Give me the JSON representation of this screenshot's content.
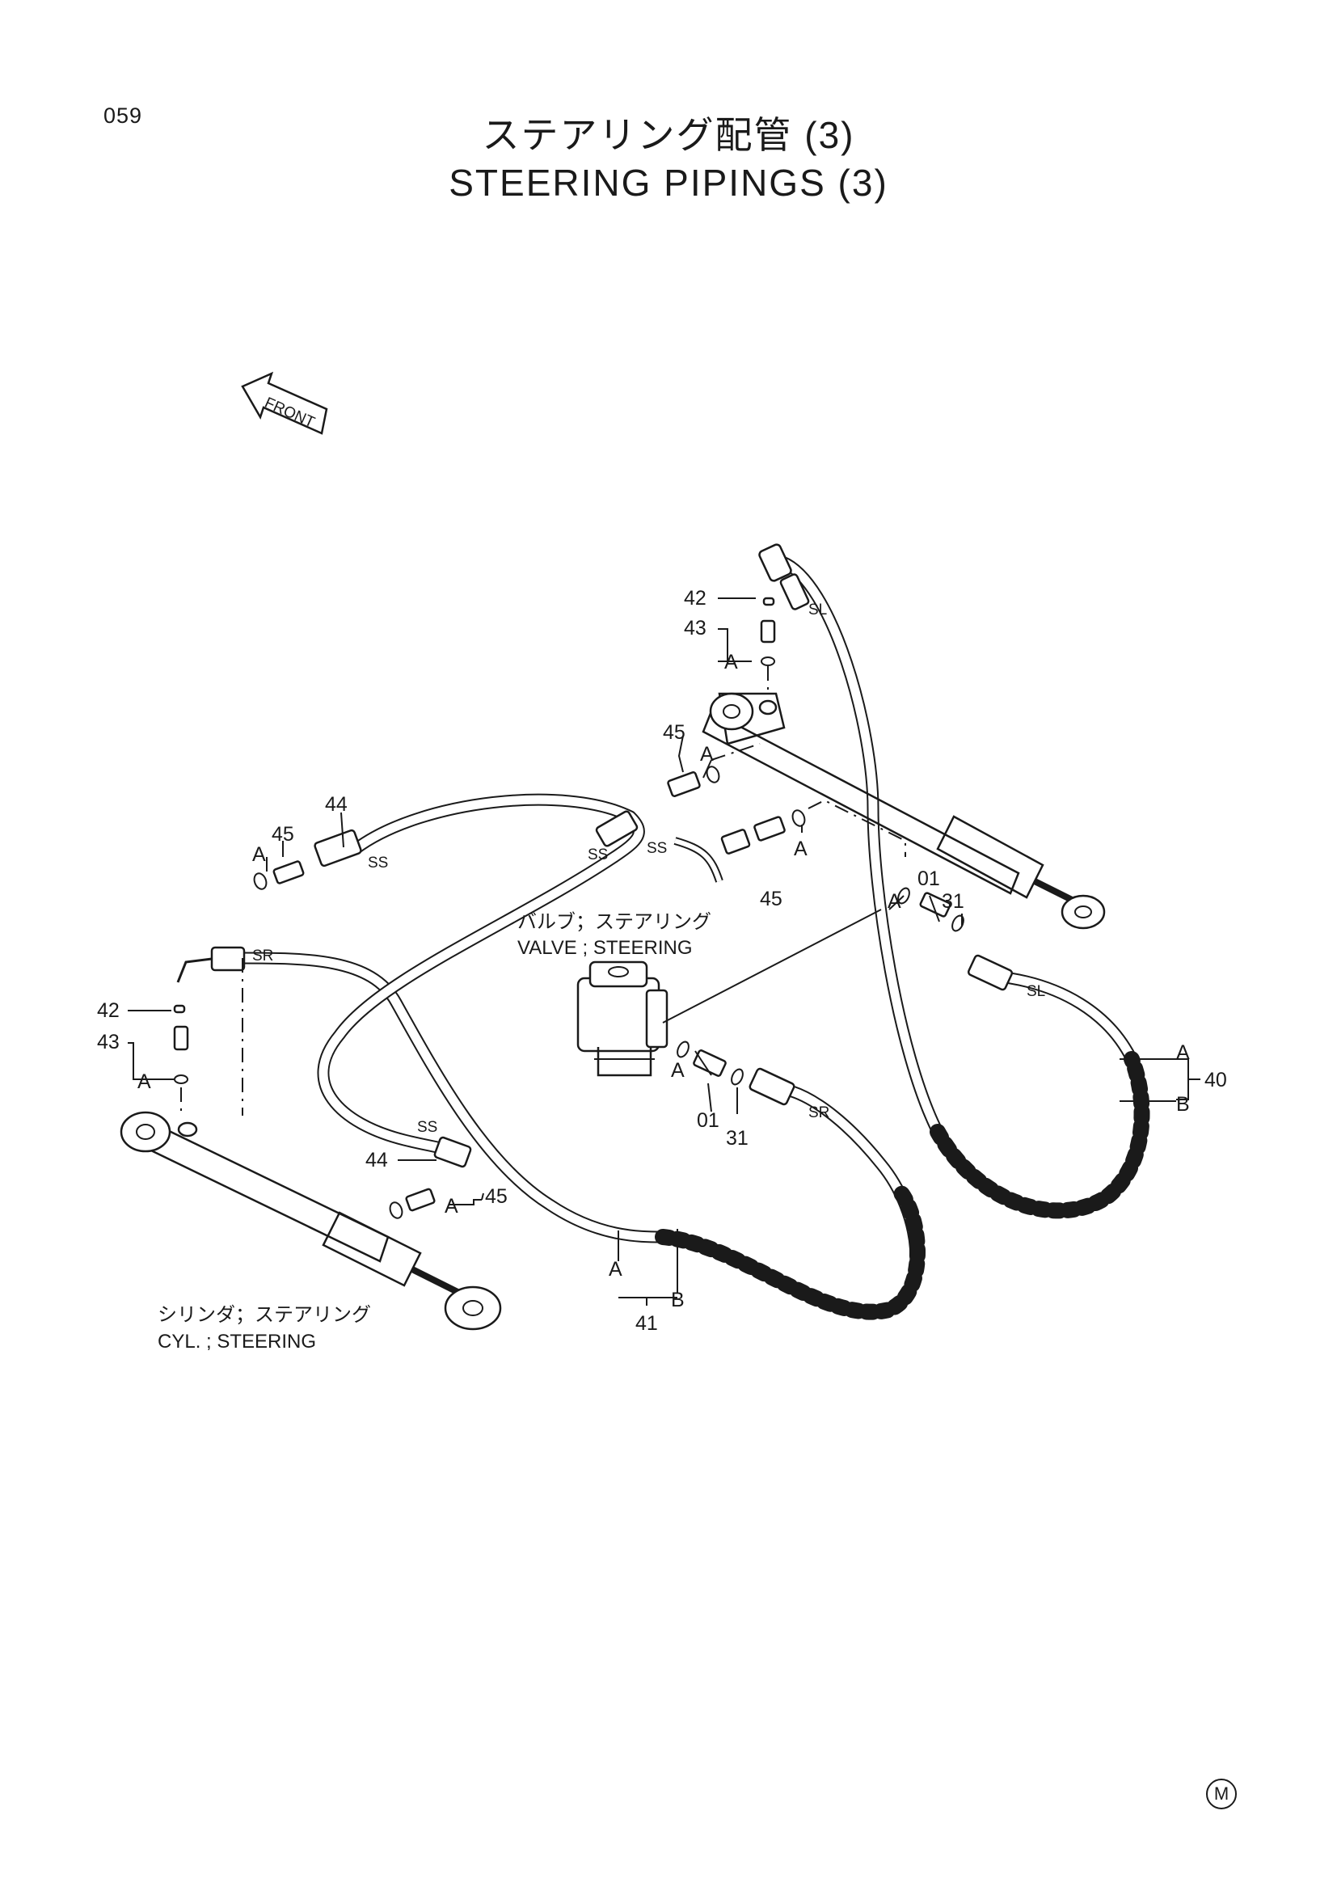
{
  "page_number": "059",
  "title_jp": "ステアリング配管 (3)",
  "title_en": "STEERING PIPINGS (3)",
  "front_label": "FRONT",
  "mark": "M",
  "component_labels": {
    "valve_jp": "バルブ；ステアリング",
    "valve_en": "VALVE ; STEERING",
    "cylinder_jp": "シリンダ；ステアリング",
    "cylinder_en": "CYL. ; STEERING"
  },
  "hose_markers": {
    "ss": "SS",
    "sr": "SR",
    "sl": "SL"
  },
  "callouts": [
    {
      "ref": "42"
    },
    {
      "ref": "43"
    },
    {
      "ref": "A"
    },
    {
      "ref": "45"
    },
    {
      "ref": "44"
    },
    {
      "ref": "01"
    },
    {
      "ref": "31"
    },
    {
      "ref": "40"
    },
    {
      "ref": "41"
    },
    {
      "ref": "B"
    }
  ]
}
